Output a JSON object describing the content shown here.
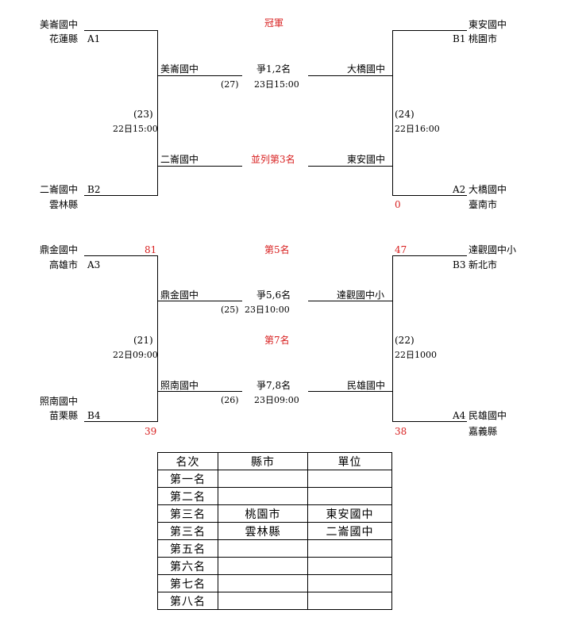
{
  "top": {
    "left_top": {
      "team": "美崙國中",
      "region": "花蓮縣",
      "seed": "A1"
    },
    "left_bottom": {
      "team": "二崙國中",
      "region": "雲林縣",
      "seed": "B2"
    },
    "right_top": {
      "team": "東安國中",
      "region": "桃園市",
      "seed": "B1"
    },
    "right_bottom": {
      "team": "大橋國中",
      "region": "臺南市",
      "seed": "A2",
      "score": "0"
    },
    "left_match": {
      "num": "(23)",
      "time": "22日15:00"
    },
    "right_match": {
      "num": "(24)",
      "time": "22日16:00"
    },
    "final": {
      "title": "冠軍",
      "winner_left": "美崙國中",
      "winner_right": "大橋國中",
      "label": "爭1,2名",
      "num": "(27)",
      "time": "23日15:00"
    },
    "third": {
      "title": "並列第3名",
      "loser_left": "二崙國中",
      "loser_right": "東安國中"
    }
  },
  "bottom": {
    "left_top": {
      "team": "鼎金國中",
      "region": "高雄市",
      "seed": "A3",
      "score": "81"
    },
    "left_bottom": {
      "team": "照南國中",
      "region": "苗栗縣",
      "seed": "B4",
      "score": "39"
    },
    "right_top": {
      "team": "達觀國中小",
      "region": "新北市",
      "seed": "B3",
      "score": "47"
    },
    "right_bottom": {
      "team": "民雄國中",
      "region": "嘉義縣",
      "seed": "A4",
      "score": "38"
    },
    "left_match": {
      "num": "(21)",
      "time": "22日09:00"
    },
    "right_match": {
      "num": "(22)",
      "time": "22日1000"
    },
    "fifth": {
      "title": "第5名",
      "winner_left": "鼎金國中",
      "winner_right": "達觀國中小",
      "label": "爭5,6名",
      "num": "(25)",
      "time": "23日10:00"
    },
    "seventh": {
      "title": "第7名",
      "loser_left": "照南國中",
      "loser_right": "民雄國中",
      "label": "爭7,8名",
      "num": "(26)",
      "time": "23日09:00"
    }
  },
  "results": {
    "headers": [
      "名次",
      "縣市",
      "單位"
    ],
    "rows": [
      {
        "rank": "第一名",
        "county": "",
        "unit": ""
      },
      {
        "rank": "第二名",
        "county": "",
        "unit": ""
      },
      {
        "rank": "第三名",
        "county": "桃園市",
        "unit": "東安國中"
      },
      {
        "rank": "第三名",
        "county": "雲林縣",
        "unit": "二崙國中"
      },
      {
        "rank": "第五名",
        "county": "",
        "unit": ""
      },
      {
        "rank": "第六名",
        "county": "",
        "unit": ""
      },
      {
        "rank": "第七名",
        "county": "",
        "unit": ""
      },
      {
        "rank": "第八名",
        "county": "",
        "unit": ""
      }
    ]
  },
  "colors": {
    "line": "#000000",
    "highlight": "#d82020"
  }
}
